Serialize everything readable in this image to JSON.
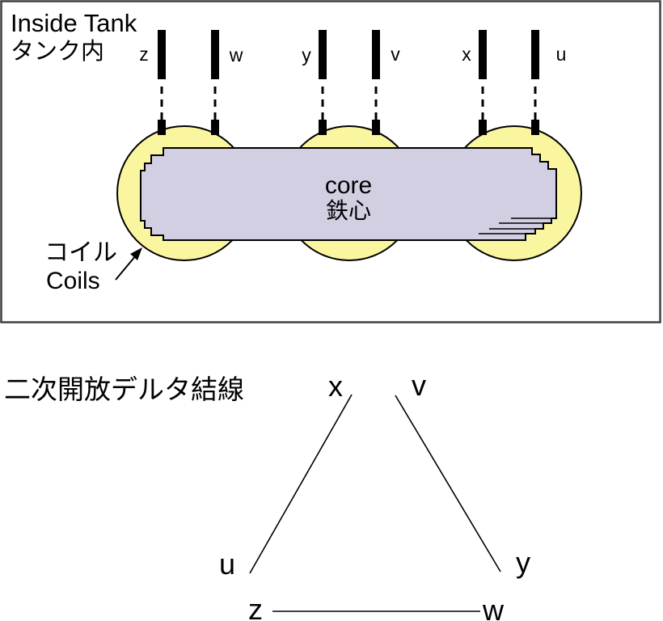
{
  "colors": {
    "coil_fill": "#FAF59F",
    "core_fill": "#D2CFE3",
    "outline": "#000000",
    "tank_border": "#3F3F3F"
  },
  "tank": {
    "title_en": "Inside Tank",
    "title_ja": "タンク内",
    "terminals": [
      {
        "label": "z"
      },
      {
        "label": "w"
      },
      {
        "label": "y"
      },
      {
        "label": "v"
      },
      {
        "label": "x"
      },
      {
        "label": "u"
      }
    ],
    "core_label_en": "core",
    "core_label_ja": "鉄心",
    "coils_label_ja": "コイル",
    "coils_label_en": "Coils"
  },
  "delta": {
    "caption": "二次開放デルタ結線",
    "nodes": [
      {
        "label": "x"
      },
      {
        "label": "v"
      },
      {
        "label": "u"
      },
      {
        "label": "y"
      },
      {
        "label": "z"
      },
      {
        "label": "w"
      }
    ]
  }
}
